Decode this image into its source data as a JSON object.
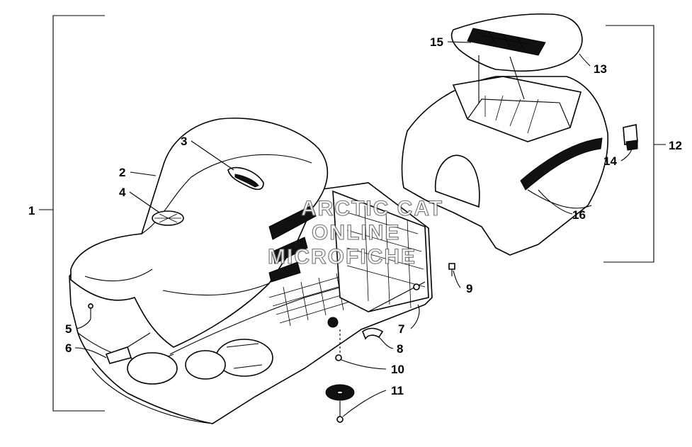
{
  "diagram": {
    "callouts": [
      "1",
      "2",
      "3",
      "4",
      "5",
      "6",
      "7",
      "8",
      "9",
      "10",
      "11",
      "12",
      "13",
      "14",
      "15",
      "16"
    ],
    "watermark": [
      "ARCTIC CAT",
      "ONLINE",
      "MICROFICHE"
    ]
  }
}
